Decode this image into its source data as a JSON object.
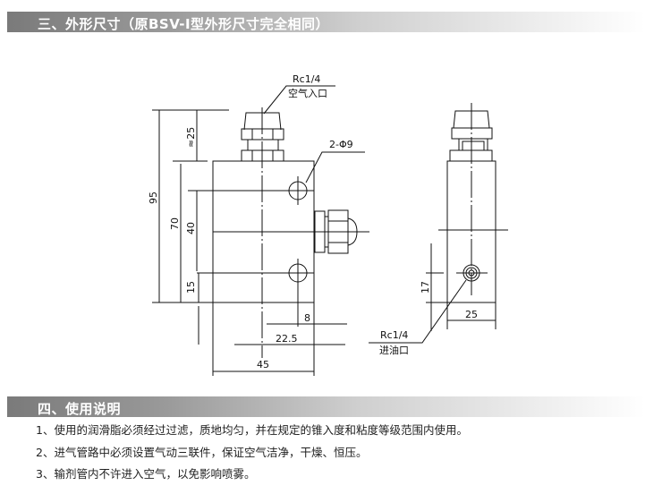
{
  "section3": {
    "title": "三、外形尺寸（原BSV-Ⅰ型外形尺寸完全相同）"
  },
  "drawing": {
    "air_port": "Rc1/4",
    "air_port_label": "空气入口",
    "holes": "2-Φ9",
    "oil_port": "Rc1/4",
    "oil_port_label": "进油口",
    "dims": {
      "d95": "95",
      "d25": "≈25",
      "d70": "70",
      "d40": "40",
      "d15": "15",
      "d8": "8",
      "d22_5": "22.5",
      "d45": "45",
      "d17": "17",
      "dw25": "25"
    }
  },
  "section4": {
    "title": "四、使用说明",
    "items": [
      "1、使用的润滑脂必须经过过滤，质地均匀，并在规定的锥入度和粘度等级范围内使用。",
      "2、进气管路中必须设置气动三联件，保证空气洁净，干燥、恒压。",
      "3、输剂管内不许进入空气，以免影响喷雾。"
    ]
  }
}
